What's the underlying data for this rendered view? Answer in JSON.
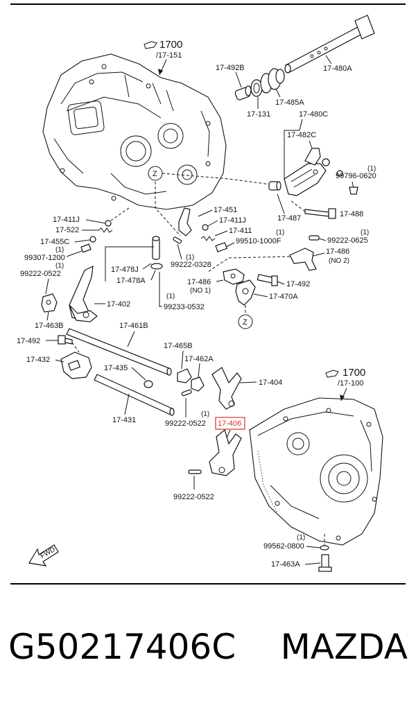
{
  "title_refs": {
    "top_ref": "1700",
    "top_sub": "/17-151",
    "bottom_ref": "1700",
    "bottom_sub": "/17-100"
  },
  "labels": {
    "l_492b": "17-492B",
    "l_480a": "17-480A",
    "l_131": "17-131",
    "l_485a": "17-485A",
    "l_480c": "17-480C",
    "l_482c": "17-482C",
    "l_q1a": "(1)",
    "l_99796": "99796-0620",
    "l_487": "17-487",
    "l_488": "17-488",
    "l_411j_left": "17-411J",
    "l_522": "17-522",
    "l_455c": "17-455C",
    "l_q1b": "(1)",
    "l_99307": "99307-1200",
    "l_q1c": "(1)",
    "l_99222_0522a": "99222-0522",
    "l_451": "17-451",
    "l_411j_right": "17-411J",
    "l_411": "17-411",
    "l_q1d": "(1)",
    "l_99510": "99510-1000F",
    "l_q1e": "(1)",
    "l_99222_0625": "99222-0625",
    "l_486_no2": "17-486",
    "l_no2": "(NO 2)",
    "l_478j": "17-478J",
    "l_478a": "17-478A",
    "l_q1f": "(1)",
    "l_99222_0328": "99222-0328",
    "l_486_no1": "17-486",
    "l_no1": "(NO 1)",
    "l_492_right": "17-492",
    "l_402": "17-402",
    "l_q1g": "(1)",
    "l_99233": "99233-0532",
    "l_470a": "17-470A",
    "l_463b": "17-463B",
    "l_461b": "17-461B",
    "l_492_left": "17-492",
    "l_465b": "17-465B",
    "l_432": "17-432",
    "l_462a": "17-462A",
    "l_435": "17-435",
    "l_404": "17-404",
    "l_431": "17-431",
    "l_q1h": "(1)",
    "l_99222_0522b": "99222-0522",
    "l_406": "17-406",
    "l_99222_0522c": "99222-0522",
    "l_q1i": "(1)",
    "l_99562": "99562-0800",
    "l_463a": "17-463A",
    "z_mark": "Z",
    "fwd": "FWD"
  },
  "caption": {
    "part_number": "G50217406C",
    "brand": "MAZDA"
  },
  "colors": {
    "highlight": "#d9302a",
    "line": "#111111"
  }
}
